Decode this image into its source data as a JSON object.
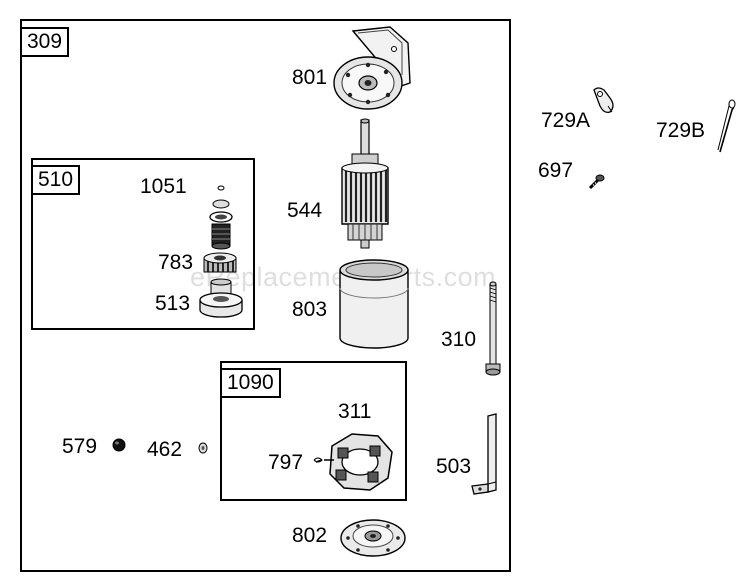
{
  "watermark": "eReplacementParts.com",
  "groups": {
    "main": "309",
    "drive": "510",
    "brush": "1090"
  },
  "parts": {
    "p801": "801",
    "p544": "544",
    "p803": "803",
    "p1051": "1051",
    "p783": "783",
    "p513": "513",
    "p311": "311",
    "p797": "797",
    "p579": "579",
    "p462": "462",
    "p802": "802",
    "p729a": "729A",
    "p729b": "729B",
    "p697": "697",
    "p310": "310",
    "p503": "503"
  }
}
